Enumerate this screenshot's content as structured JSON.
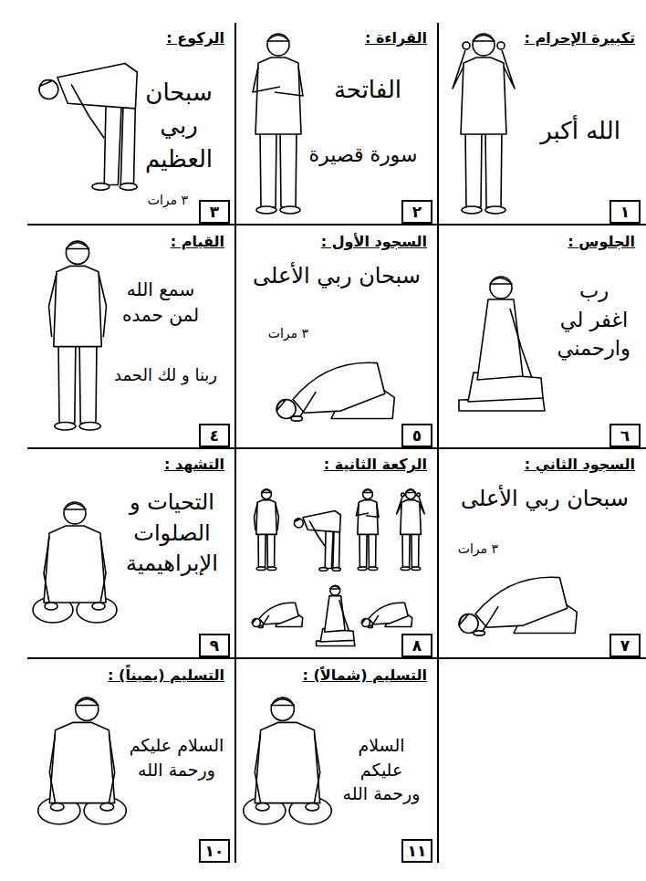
{
  "diagram": {
    "nodes": [
      {
        "text": [
          "تكبيرة الإحرام :",
          "الله أكبر",
          "١"
        ]
      },
      {
        "text": [
          "القراءة :",
          "الفاتحة",
          "سورة قصيرة",
          "٢"
        ]
      },
      {
        "text": [
          "الركوع :",
          "سبحان ربي العظيم",
          "٣ مرات",
          "٣"
        ]
      },
      {
        "text": [
          "القيام :",
          "سمع الله لمن حمده",
          "ربنا و لك الحمد",
          "٤"
        ]
      },
      {
        "text": [
          "السجود الأول :",
          "سبحان ربي الأعلى",
          "٣ مرات",
          "٥"
        ]
      },
      {
        "text": [
          "الجلوس :",
          "رب اغفر لي وارحمني",
          "٦"
        ]
      },
      {
        "text": [
          "السجود الثاني :",
          "سبحان ربي الأعلى",
          "٣ مرات",
          "٧"
        ]
      },
      {
        "text": [
          "الركعة الثانية :",
          "٨"
        ]
      },
      {
        "text": [
          "التشهد :",
          "التحيات و الصلوات الإبراهيمية",
          "٩"
        ]
      },
      {
        "text": [
          "التسليم (يميناً) :",
          "السلام عليكم ورحمة الله",
          "١٠"
        ]
      },
      {
        "text": [
          "التسليم (شمالاً) :",
          "السلام عليكم ورحمة الله",
          "١١"
        ]
      }
    ]
  }
}
